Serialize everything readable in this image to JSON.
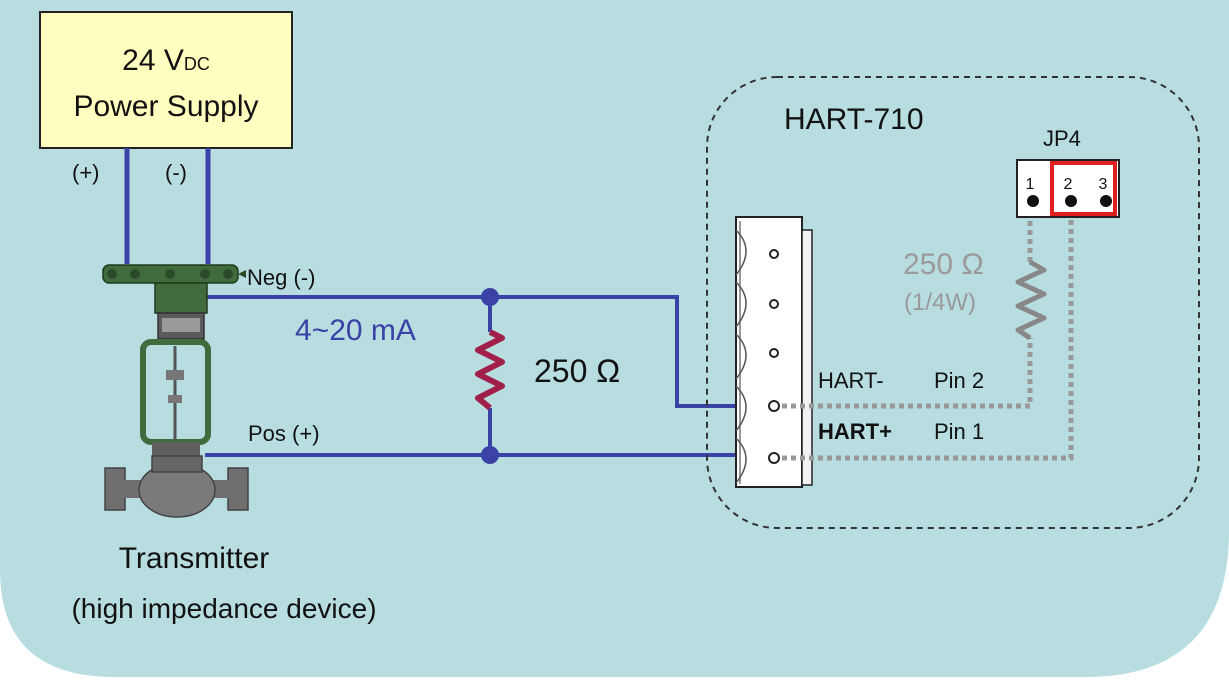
{
  "power_supply": {
    "voltage": "24 V",
    "voltage_sub": "DC",
    "name": "Power Supply",
    "plus_label": "(+)",
    "minus_label": "(-)"
  },
  "transmitter": {
    "neg_label": "Neg (-)",
    "pos_label": "Pos (+)",
    "name": "Transmitter",
    "description": "(high impedance device)"
  },
  "loop": {
    "current_label": "4~20 mA",
    "resistor_label": "250 Ω"
  },
  "hart710": {
    "name": "HART-710",
    "jumper_name": "JP4",
    "jumper_pins": [
      "1",
      "2",
      "3"
    ],
    "internal_resistor_value": "250 Ω",
    "internal_resistor_power": "(1/4W)",
    "pin2_label": "HART-",
    "pin2_name": "Pin 2",
    "pin1_label": "HART+",
    "pin1_name": "Pin 1"
  },
  "colors": {
    "background": "#b7dde0",
    "wire": "#3a42a6",
    "resistor": "#a0204a",
    "internal_wire": "#999999",
    "jumper_highlight": "#e02020",
    "power_supply_fill": "#ffffc0",
    "valve_green": "#3f6b3d",
    "valve_gray": "#6f6f6f"
  }
}
